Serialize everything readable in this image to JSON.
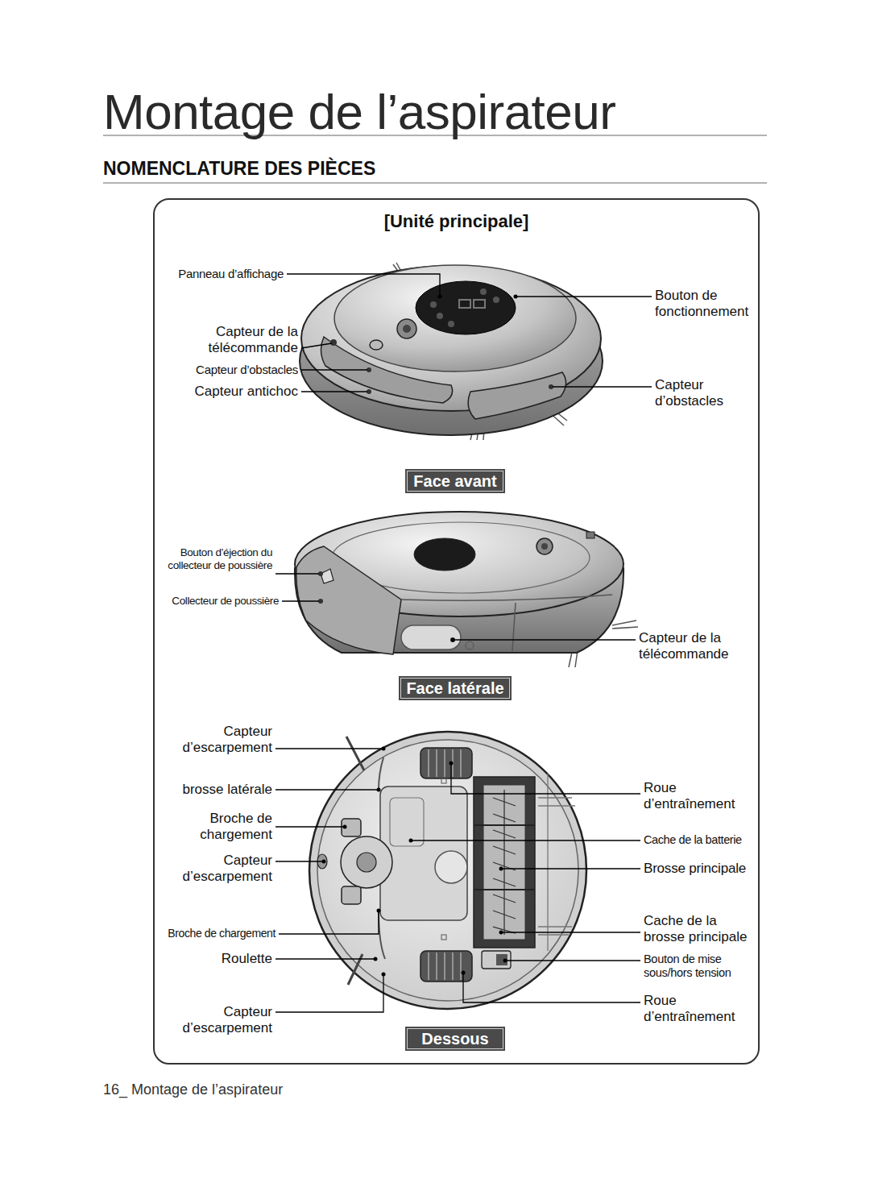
{
  "diagram": {
    "title": "Montage de l’aspirateur",
    "nodes": [
      {
        "text": [
          "[Unité principale]"
        ]
      },
      {
        "text": [
          "Face avant"
        ],
        "in": 0
      },
      {
        "text": [
          "Face latérale"
        ],
        "in": 0
      },
      {
        "text": [
          "Dessous"
        ],
        "in": 0
      }
    ],
    "labels": [
      "NOMENCLATURE DES PIÈCES",
      "Panneau d’affichage",
      "Bouton de fonctionnement",
      "Capteur de la télécommande",
      "Capteur d’obstacles",
      "Capteur antichoc",
      "Capteur d’obstacles",
      "Bouton d’éjection du collecteur de poussière",
      "Collecteur de poussière",
      "Capteur de la télécommande",
      "Capteur d’escarpement",
      "brosse latérale",
      "Broche de chargement",
      "Capteur d’escarpement",
      "Broche de chargement",
      "Roulette",
      "Capteur d’escarpement",
      "Roue d’entraînement",
      "Cache de la batterie",
      "Brosse principale",
      "Cache de la brosse principale",
      "Bouton de mise sous/hors tension",
      "Roue d’entraînement",
      "16_ Montage de l’aspirateur"
    ]
  }
}
